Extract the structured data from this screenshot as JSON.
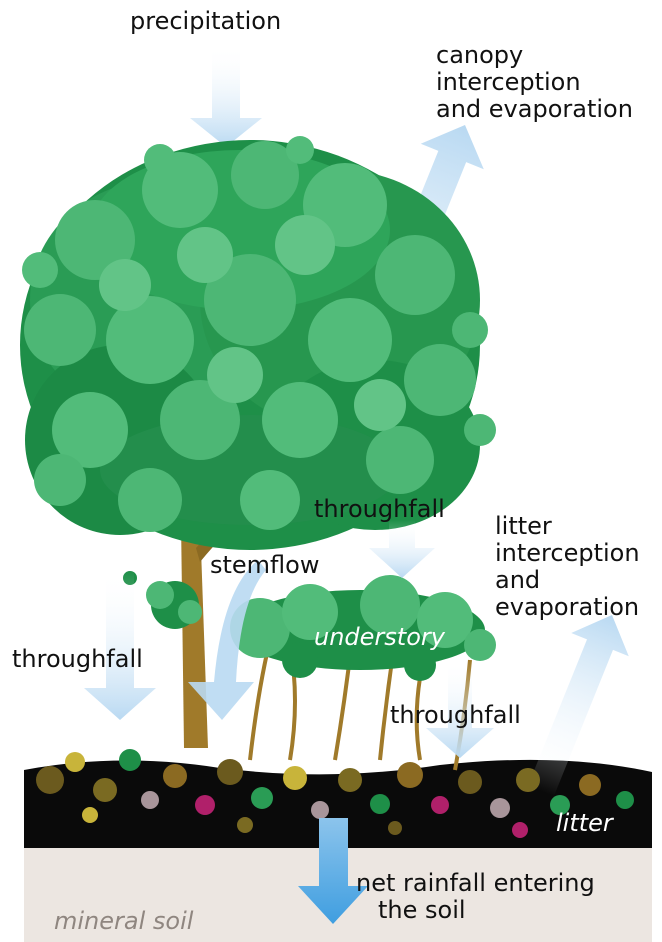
{
  "labels": {
    "precipitation": "precipitation",
    "canopy_interception": [
      "canopy",
      "interception",
      "and evaporation"
    ],
    "throughfall_upper": "throughfall",
    "stemflow": "stemflow",
    "litter_interception": [
      "litter",
      "interception",
      "and",
      "evaporation"
    ],
    "understory": "understory",
    "throughfall_left": "throughfall",
    "throughfall_lower": "throughfall",
    "litter": "litter",
    "net_rainfall": [
      "net rainfall entering",
      "the soil"
    ],
    "mineral_soil": "mineral soil"
  },
  "colors": {
    "flow_arrow": "#b9d9f2",
    "soil_arrow": "#3f9ee0",
    "canopy_dark": "#1e8f48",
    "canopy_light": "#49b773",
    "trunk": "#a07a2a",
    "litter_layer": "#0a0a0a",
    "mineral_soil": "#ece6e1"
  }
}
